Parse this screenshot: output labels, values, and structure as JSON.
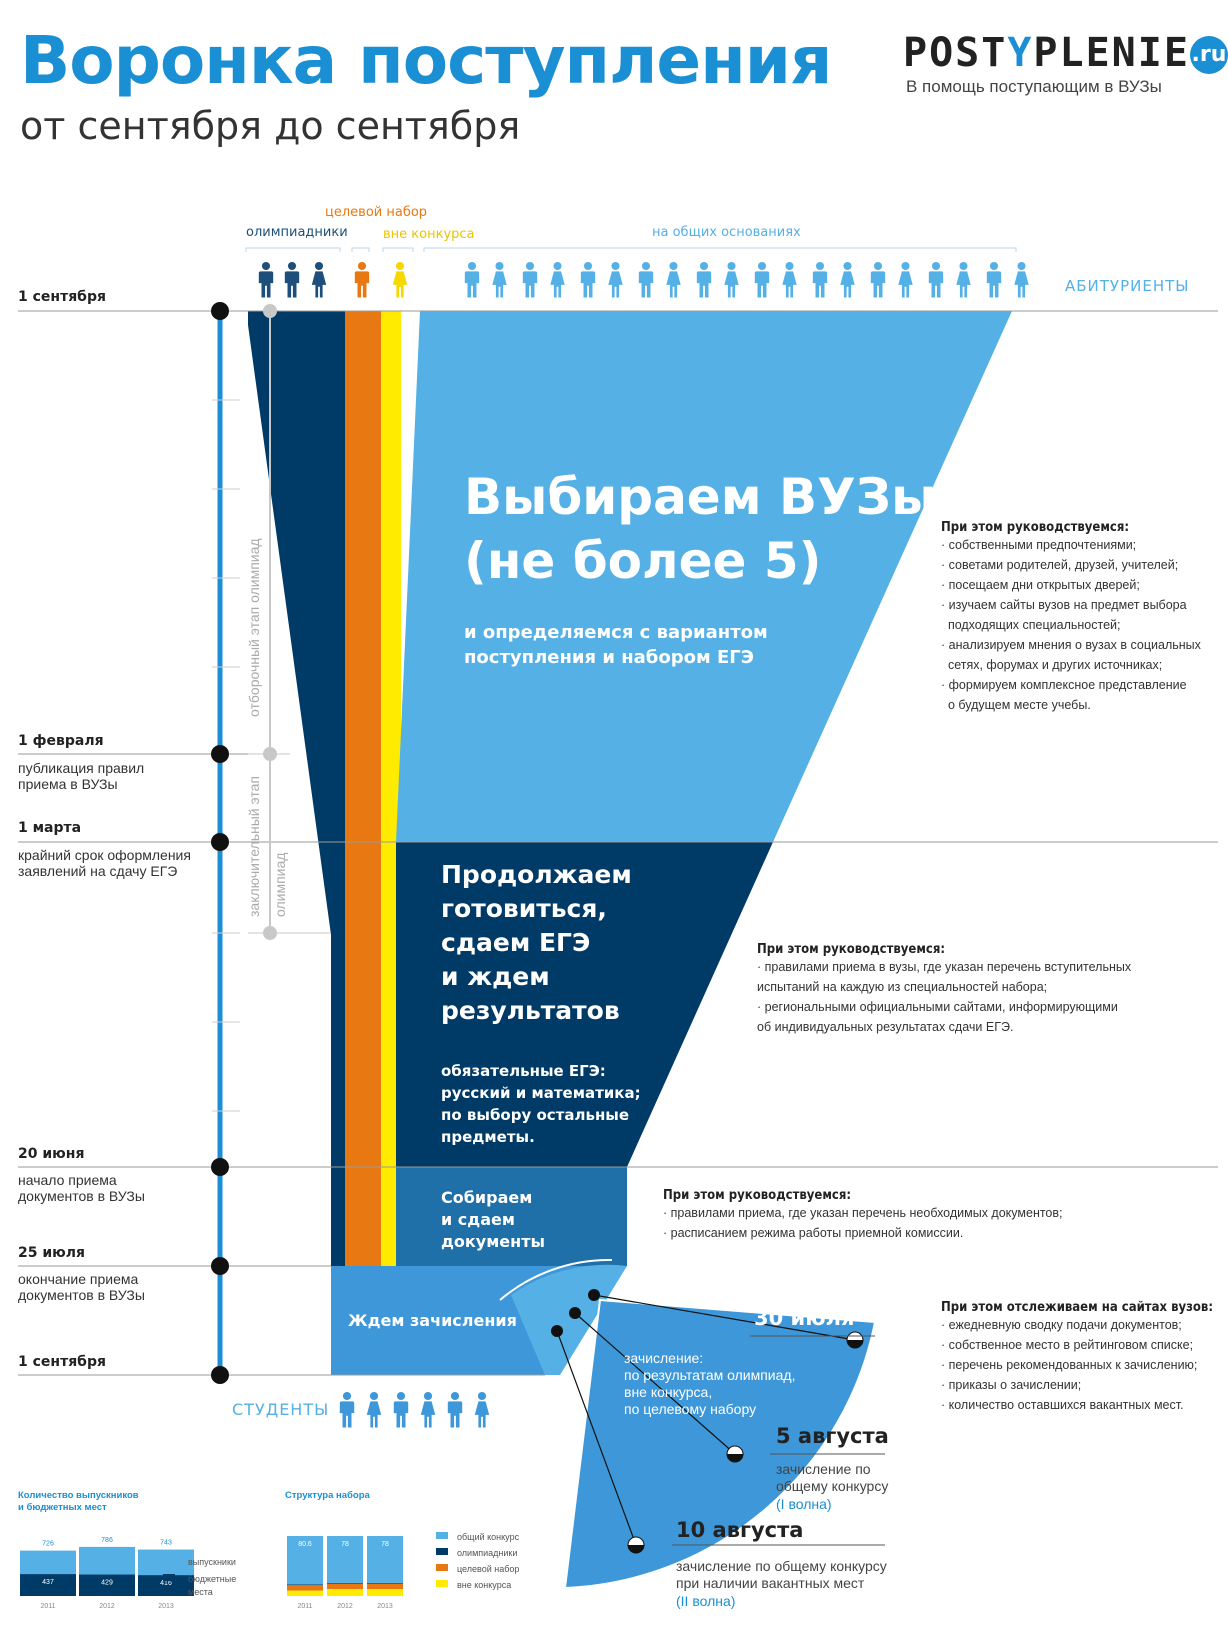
{
  "header": {
    "title": "Воронка поступления",
    "subtitle": "от сентября до сентября",
    "logo_pre": "POST",
    "logo_y": "Y",
    "logo_post": "PLENIE",
    "logo_ru": ".ru",
    "logo_tagline": "В помощь поступающим в ВУЗы"
  },
  "categories": {
    "olympiad": "олимпиадники",
    "target": "целевой набор",
    "nonconkurs": "вне конкурса",
    "general": "на общих основаниях",
    "applicants": "АБИТУРИЕНТЫ",
    "students": "СТУДЕНТЫ"
  },
  "colors": {
    "light_blue": "#55b0e6",
    "dark_blue": "#003a66",
    "mid_blue": "#1f6fa8",
    "orange": "#e87811",
    "yellow": "#ffeb00",
    "timeline": "#1a8fd4"
  },
  "timeline": [
    {
      "date": "1 сентября",
      "note": ""
    },
    {
      "date": "1 февраля",
      "note": "публикация правил\nприема в ВУЗы"
    },
    {
      "date": "1 марта",
      "note": "крайний срок оформления\nзаявлений на сдачу ЕГЭ"
    },
    {
      "date": "20 июня",
      "note": "начало приема\nдокументов в ВУЗы"
    },
    {
      "date": "25 июля",
      "note": "окончание приема\nдокументов в ВУЗы"
    },
    {
      "date": "1 сентября",
      "note": ""
    }
  ],
  "olymp_stages": {
    "qualifying": "отборочный этап олимпиад",
    "final_1": "заключительный этап",
    "final_2": "олимпиад"
  },
  "stages": {
    "s1_title_1": "Выбираем ВУЗы",
    "s1_title_2": "(не более 5)",
    "s1_sub": "и определяемся с вариантом\nпоступления и набором ЕГЭ",
    "s2_title": "Продолжаем\nготовиться,\nсдаем ЕГЭ\nи ждем\nрезультатов",
    "s2_sub": "обязательные ЕГЭ:\nрусский и математика;\nпо выбору остальные\nпредметы.",
    "s3_title": "Собираем\nи сдаем\nдокументы",
    "s4_title": "Ждем зачисления"
  },
  "guides": {
    "g1": {
      "head": "При этом руководствуемся:",
      "items": [
        "· собственными предпочтениями;",
        "· советами родителей, друзей, учителей;",
        "· посещаем дни открытых дверей;",
        "· изучаем сайты вузов на предмет выбора",
        "  подходящих специальностей;",
        "· анализируем мнения о вузах в социальных",
        "  сетях, форумах и других источниках;",
        "· формируем комплексное представление",
        "  о будущем месте учебы."
      ]
    },
    "g2": {
      "head": "При этом руководствуемся:",
      "items": [
        "· правилами приема в вузы, где указан перечень вступительных",
        "испытаний на каждую из специальностей набора;",
        "· региональными официальными сайтами, информирующими",
        "об индивидуальных результатах сдачи ЕГЭ."
      ]
    },
    "g3": {
      "head": "При этом руководствуемся:",
      "items": [
        "· правилами приема, где указан перечень необходимых документов;",
        "· расписанием режима работы приемной комиссии."
      ]
    },
    "g4": {
      "head": "При этом отслеживаем на сайтах вузов:",
      "items": [
        "· ежедневную сводку подачи документов;",
        "· собственное место в рейтинговом списке;",
        "· перечень рекомендованных к зачислению;",
        "· приказы о зачислении;",
        "· количество оставшихся вакантных мест."
      ]
    }
  },
  "enrollment": [
    {
      "date": "30 июля",
      "text": "зачисление:\nпо результатам олимпиад,\nвне конкурса,\nпо целевому набору",
      "extra": ""
    },
    {
      "date": "5 августа",
      "text": "зачисление по\nобщему конкурсу",
      "extra": "(I волна)"
    },
    {
      "date": "10 августа",
      "text": "зачисление по общему конкурсу\nпри наличии вакантных мест",
      "extra": "(II волна)"
    }
  ],
  "mini_charts": {
    "c1": {
      "title_1": "Количество выпускников",
      "title_2": "и бюджетных мест",
      "legend": [
        "выпускники",
        "бюджетные",
        "места"
      ]
    },
    "c2": {
      "title": "Структура набора",
      "legend": [
        "общий конкурс",
        "олимпиадники",
        "целевой набор",
        "вне конкурса"
      ]
    }
  },
  "chart_data": [
    {
      "type": "bar",
      "categories": [
        "2011",
        "2012",
        "2013"
      ],
      "series": [
        {
          "name": "выпускники",
          "values": [
            726,
            786,
            743
          ]
        },
        {
          "name": "бюджетные места",
          "values": [
            437,
            429,
            416
          ]
        }
      ]
    },
    {
      "type": "bar",
      "categories": [
        "2011",
        "2012",
        "2013"
      ],
      "series": [
        {
          "name": "общий конкурс",
          "values": [
            80.6,
            78,
            78
          ]
        },
        {
          "name": "олимпиадники",
          "values": [
            1.4,
            1.5,
            1.5
          ]
        },
        {
          "name": "целевой набор",
          "values": [
            9,
            9,
            9
          ]
        },
        {
          "name": "вне конкурса",
          "values": [
            9,
            11.5,
            11.5
          ]
        }
      ]
    }
  ]
}
